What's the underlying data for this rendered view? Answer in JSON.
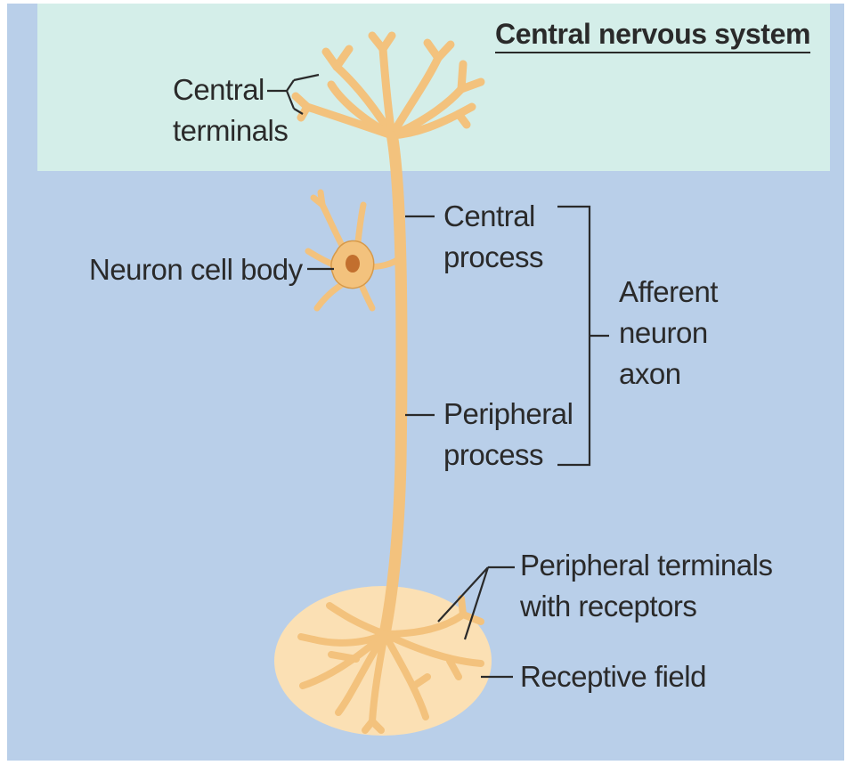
{
  "title": "Central nervous system",
  "labels": {
    "central_terminals_line1": "Central",
    "central_terminals_line2": "terminals",
    "neuron_cell_body": "Neuron cell body",
    "central_process_line1": "Central",
    "central_process_line2": "process",
    "afferent_line1": "Afferent",
    "afferent_line2": "neuron",
    "afferent_line3": "axon",
    "peripheral_process_line1": "Peripheral",
    "peripheral_process_line2": "process",
    "peripheral_terminals_line1": "Peripheral terminals",
    "peripheral_terminals_line2": "with receptors",
    "receptive_field": "Receptive field"
  },
  "colors": {
    "background": "#b9cfe9",
    "cns_region": "#d4eee9",
    "neuron": "#f3c27d",
    "neuron_outline": "#d79a4a",
    "nucleus": "#c26f2e",
    "receptive_field": "#fbe0b4",
    "text": "#2a2a2a"
  }
}
